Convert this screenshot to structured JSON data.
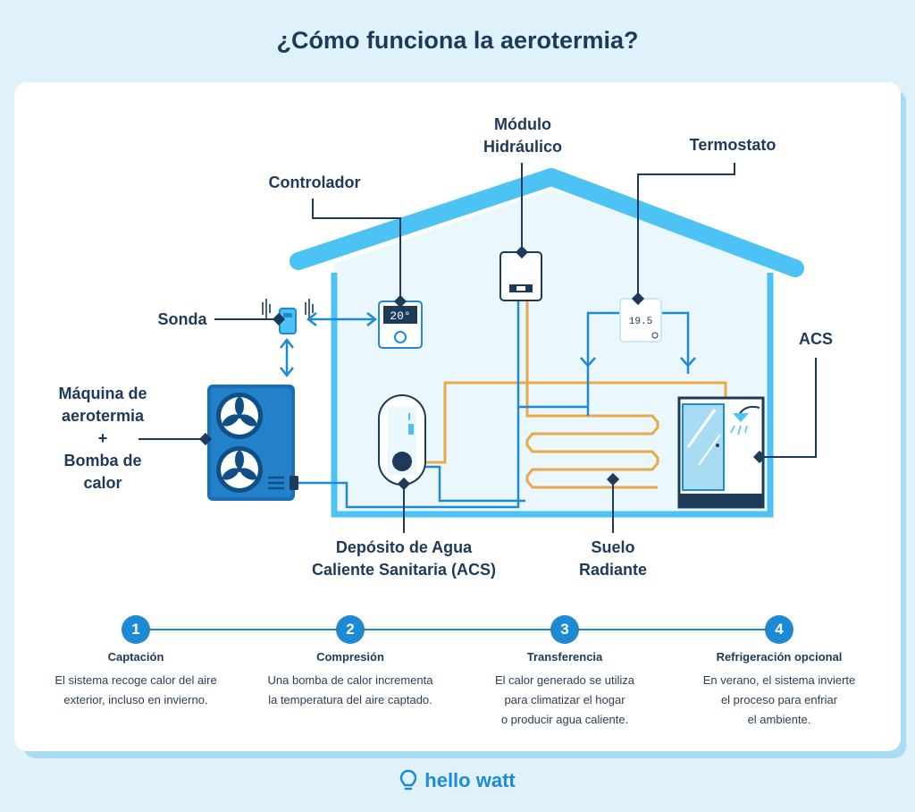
{
  "title": "¿Cómo funciona la aerotermia?",
  "labels": {
    "controlador": "Controlador",
    "modulo_line1": "Módulo",
    "modulo_line2": "Hidráulico",
    "termostato": "Termostato",
    "sonda": "Sonda",
    "acs": "ACS",
    "maquina_line1": "Máquina de",
    "maquina_line2": "aerotermia",
    "maquina_line3": "+",
    "maquina_line4": "Bomba de",
    "maquina_line5": "calor",
    "deposito_line1": "Depósito de Agua",
    "deposito_line2": "Caliente Sanitaria (ACS)",
    "suelo_line1": "Suelo",
    "suelo_line2": "Radiante"
  },
  "device_readouts": {
    "controller_display": "20°",
    "thermostat_display": "19.5"
  },
  "steps": [
    {
      "number": "1",
      "title": "Captación",
      "desc": "El sistema recoge calor del aire\nexterior, incluso en invierno."
    },
    {
      "number": "2",
      "title": "Compresión",
      "desc": "Una bomba de calor incrementa\nla temperatura del aire captado."
    },
    {
      "number": "3",
      "title": "Transferencia",
      "desc": "El calor generado se utiliza\npara climatizar el hogar\no producir agua caliente."
    },
    {
      "number": "4",
      "title": "Refrigeración opcional",
      "desc": "En verano, el sistema invierte\nel proceso para enfriar\nel ambiente."
    }
  ],
  "brand": "hello watt",
  "colors": {
    "background": "#dff2fb",
    "navy": "#1d3a5a",
    "house_blue": "#4cc3f4",
    "house_fill": "#eaf7fd",
    "pipe_blue": "#1e8ad6",
    "pipe_orange": "#e8a94a",
    "unit_blue": "#1b6fb5"
  }
}
